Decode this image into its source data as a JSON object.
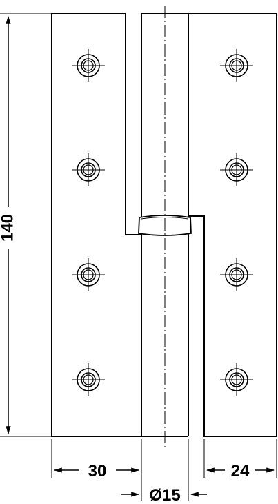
{
  "dimensions": {
    "height_label": "140",
    "left_leaf_width_label": "30",
    "right_leaf_width_label": "24",
    "knuckle_diameter_label": "Ø15"
  },
  "screw_holes": {
    "left_leaf_count": 4,
    "right_leaf_count": 4
  },
  "colors": {
    "line": "#000000",
    "background": "#ffffff"
  }
}
